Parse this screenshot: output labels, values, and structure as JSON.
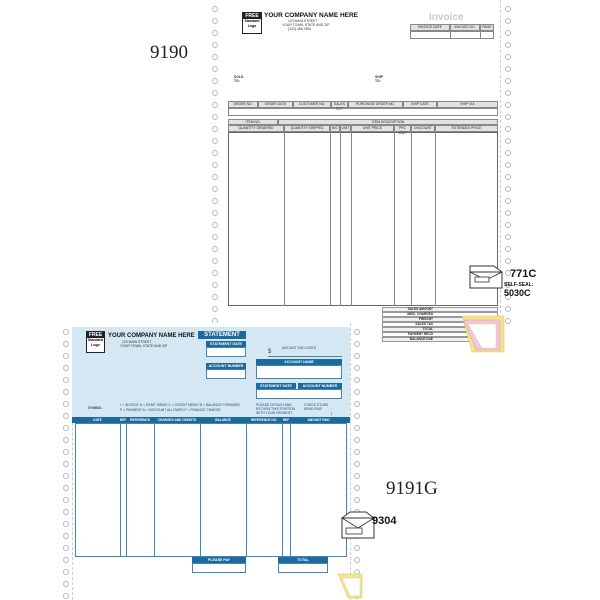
{
  "invoice_form": {
    "product_code": "9190",
    "logo": {
      "top": "FREE",
      "line2": "Standard",
      "line3": "Logo"
    },
    "company": {
      "name": "YOUR COMPANY NAME HERE",
      "street": "123 MAIN STREET",
      "city": "YOUR TOWN, STATE AND ZIP",
      "phone": "(123) 456-7890"
    },
    "title": "Invoice",
    "header_cells": [
      "INVOICE DATE",
      "INVOICE NO.",
      "PAGE"
    ],
    "sold_to": "SOLD\nTO:",
    "ship_to": "SHIP\nTO:",
    "order_row": [
      "ORDER NO.",
      "ORDER DATE",
      "CUSTOMER NO.",
      "SALES REP",
      "PURCHASE ORDER NO.",
      "SHIP DATE",
      "SHIP VIA"
    ],
    "item_row": [
      "ITEM NO.",
      "ITEM DESCRIPTION"
    ],
    "column_row": [
      "QUANTITY ORDERED",
      "QUANTITY SHIPPED",
      "B/O",
      "UNIT",
      "UNIT PRICE",
      "PRC UNIT",
      "DISCOUNT",
      "EXTENDED PRICE"
    ],
    "totals": [
      "SALES AMOUNT",
      "MISC. CHARGES",
      "FREIGHT",
      "SALES TAX",
      "TOTAL",
      "PAYMENT RECD",
      "BALANCE DUE"
    ],
    "envelope": {
      "code": "771C",
      "self_seal": "SELF-SEAL:",
      "code2": "5030C"
    }
  },
  "statement_form": {
    "product_code": "9191G",
    "logo": {
      "top": "FREE",
      "line2": "Standard",
      "line3": "Logo"
    },
    "company": {
      "name": "YOUR COMPANY NAME HERE",
      "street": "123 MAIN STREET",
      "city": "YOUR TOWN, STATE AND ZIP"
    },
    "title": "STATEMENT",
    "statement_date": "STATEMENT DATE",
    "account_number": "ACCOUNT NUMBER",
    "amount_enclosed": "AMOUNT ENCLOSED",
    "dollar_sign": "$",
    "account_name": "ACCOUNT NAME",
    "statement_date_2": "STATEMENT DATE",
    "account_number_2": "ACCOUNT NUMBER",
    "symbol_label": "SYMBOL",
    "symbol_lines": [
      "I = INVOICE  D = DEBIT MEMO  C = CREDIT MEMO  B = BALANCE FORWARD",
      "P = PAYMENT  A = DISCOUNT ALLOWED  F = FINANCE CHARGE"
    ],
    "detach_note": "PLEASE DETACH AND RETURN THIS PORTION WITH YOUR PAYMENT",
    "check_box_note": "CHECK STUBS SEND PAID",
    "columns": [
      "DATE",
      "REF",
      "REFERENCE",
      "CHARGES AND CREDITS",
      "BALANCE",
      "REFERENCE NO.",
      "REF",
      "AMOUNT PAID"
    ],
    "please_pay": "PLEASE PAY",
    "total": "TOTAL",
    "envelope": {
      "code": "9304"
    }
  }
}
